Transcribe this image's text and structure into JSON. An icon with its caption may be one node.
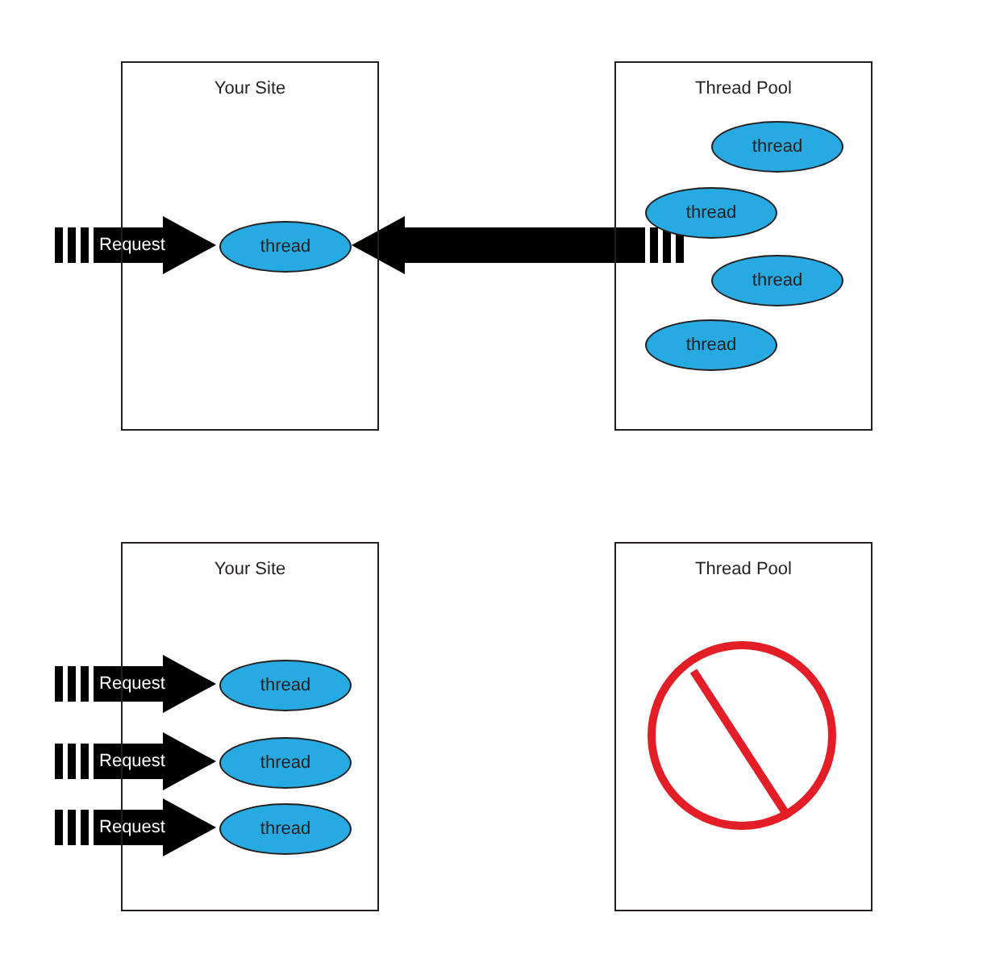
{
  "diagram": {
    "nodes": [
      {
        "text": [
          "Your Site"
        ]
      },
      {
        "text": [
          "thread"
        ],
        "in": 0
      },
      {
        "text": [
          "Thread Pool"
        ]
      },
      {
        "text": [
          "thread"
        ],
        "in": 2
      },
      {
        "text": [
          "thread"
        ],
        "in": 2
      },
      {
        "text": [
          "thread"
        ],
        "in": 2
      },
      {
        "text": [
          "thread"
        ],
        "in": 2
      },
      {
        "text": [
          "Your Site"
        ]
      },
      {
        "text": [
          "thread"
        ],
        "in": 7
      },
      {
        "text": [
          "thread"
        ],
        "in": 7
      },
      {
        "text": [
          "thread"
        ],
        "in": 7
      },
      {
        "text": [
          "Thread Pool"
        ]
      }
    ],
    "edges": [
      {
        "from": null,
        "to": 1,
        "arrow": "to",
        "label": "Request"
      },
      {
        "from": 4,
        "to": 1,
        "arrow": "to"
      },
      {
        "from": null,
        "to": 8,
        "arrow": "to",
        "label": "Request"
      },
      {
        "from": null,
        "to": 9,
        "arrow": "to",
        "label": "Request"
      },
      {
        "from": null,
        "to": 10,
        "arrow": "to",
        "label": "Request"
      }
    ]
  }
}
